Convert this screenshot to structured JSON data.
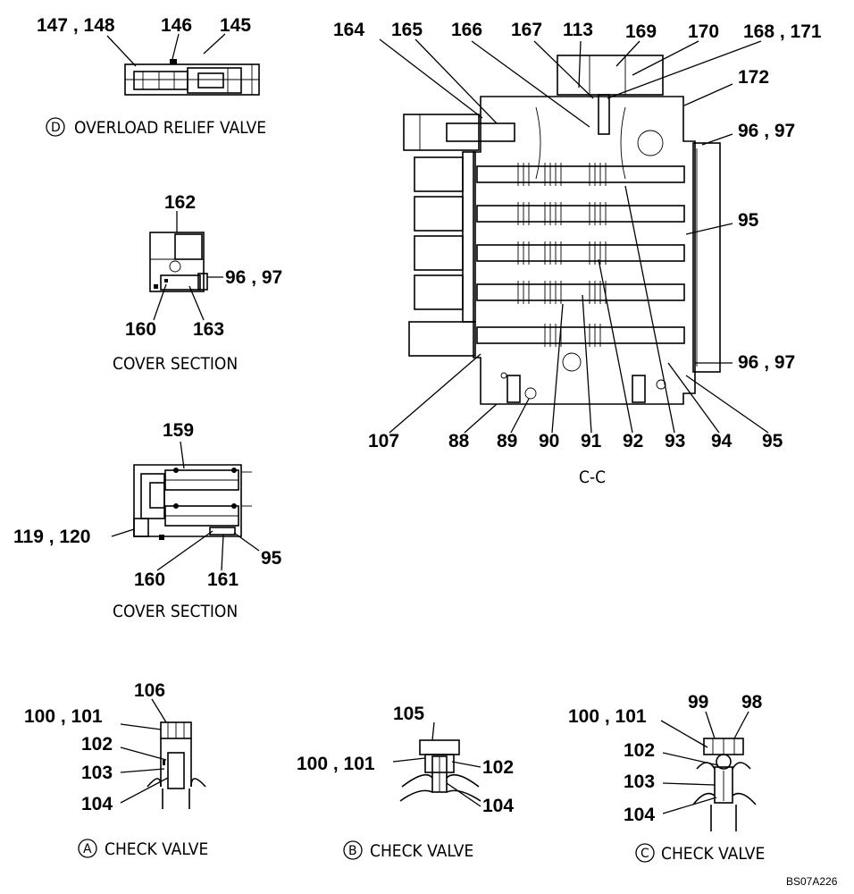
{
  "labels": {
    "orv_147_148": "147 , 148",
    "orv_146": "146",
    "orv_145": "145",
    "cov1_162": "162",
    "cov1_96_97": "96 , 97",
    "cov1_160": "160",
    "cov1_163": "163",
    "cov2_159": "159",
    "cov2_119_120": "119 , 120",
    "cov2_160": "160",
    "cov2_161": "161",
    "cov2_95": "95",
    "cc_164": "164",
    "cc_165": "165",
    "cc_166": "166",
    "cc_167": "167",
    "cc_113": "113",
    "cc_169": "169",
    "cc_170": "170",
    "cc_168_171": "168 , 171",
    "cc_172": "172",
    "cc_96_97_top": "96 , 97",
    "cc_95_right": "95",
    "cc_96_97_bottom": "96 , 97",
    "cc_107": "107",
    "cc_88": "88",
    "cc_89": "89",
    "cc_90": "90",
    "cc_91": "91",
    "cc_92": "92",
    "cc_93": "93",
    "cc_94": "94",
    "cc_95_bottom": "95",
    "cva_106": "106",
    "cva_100_101": "100 , 101",
    "cva_102": "102",
    "cva_103": "103",
    "cva_104": "104",
    "cvb_105": "105",
    "cvb_100_101": "100 , 101",
    "cvb_102": "102",
    "cvb_104": "104",
    "cvc_99": "99",
    "cvc_98": "98",
    "cvc_100_101": "100 , 101",
    "cvc_102": "102",
    "cvc_103": "103",
    "cvc_104": "104"
  },
  "captions": {
    "overload_letter": "D",
    "overload": "OVERLOAD RELIEF VALVE",
    "cover_section_1": "COVER SECTION",
    "cover_section_2": "COVER SECTION",
    "cc": "C-C",
    "check_a_letter": "A",
    "check_a": "CHECK VALVE",
    "check_b_letter": "B",
    "check_b": "CHECK VALVE",
    "check_c_letter": "C",
    "check_c": "CHECK VALVE"
  },
  "drawing_code": "BS07A226"
}
